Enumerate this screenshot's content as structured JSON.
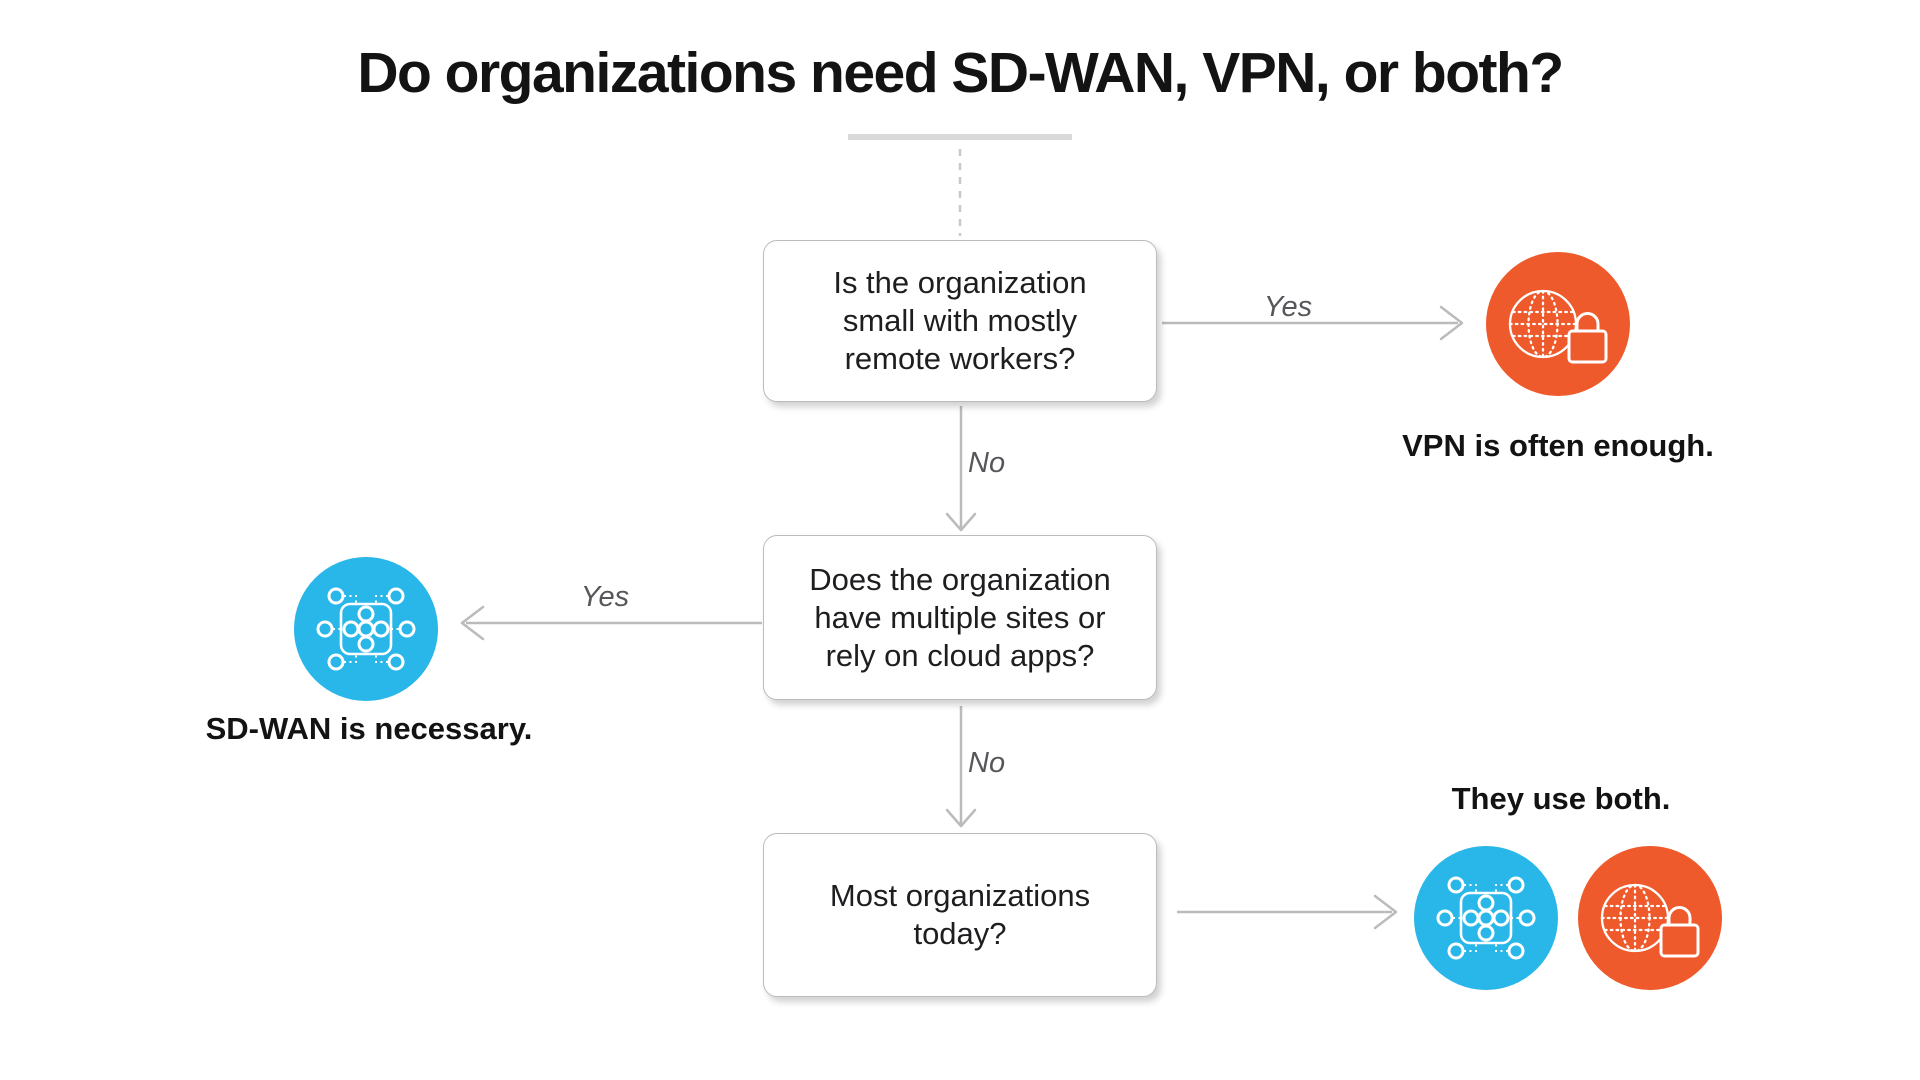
{
  "title": "Do organizations need SD-WAN, VPN, or both?",
  "flowchart": {
    "questions": [
      {
        "id": "q1",
        "text": "Is the organization\nsmall with mostly\nremote workers?"
      },
      {
        "id": "q2",
        "text": "Does the organization\nhave multiple sites or\nrely on cloud apps?"
      },
      {
        "id": "q3",
        "text": "Most organizations\ntoday?"
      }
    ],
    "edges": [
      {
        "from": "q1",
        "to": "vpn-outcome",
        "label": "Yes"
      },
      {
        "from": "q1",
        "to": "q2",
        "label": "No"
      },
      {
        "from": "q2",
        "to": "sdwan-outcome",
        "label": "Yes"
      },
      {
        "from": "q2",
        "to": "q3",
        "label": "No"
      },
      {
        "from": "q3",
        "to": "both-outcome",
        "label": ""
      }
    ],
    "outcomes": [
      {
        "id": "vpn-outcome",
        "label": "VPN is often enough.",
        "icons": [
          "globe-lock-icon"
        ]
      },
      {
        "id": "sdwan-outcome",
        "label": "SD-WAN is necessary.",
        "icons": [
          "network-nodes-icon"
        ]
      },
      {
        "id": "both-outcome",
        "label": "They use both.",
        "icons": [
          "network-nodes-icon",
          "globe-lock-icon"
        ]
      }
    ]
  },
  "colors": {
    "vpn_orange": "#EE5A2B",
    "sdwan_blue": "#29B6E8",
    "arrow_gray": "#B9BBBD",
    "edge_label_gray": "#55575B",
    "text_black": "#131313",
    "divider_gray": "#D9D9D9"
  }
}
